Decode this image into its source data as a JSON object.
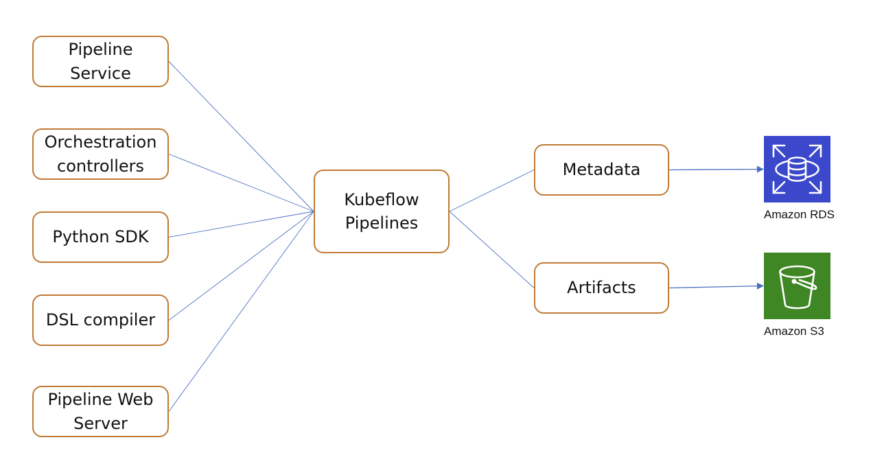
{
  "sources": [
    {
      "id": "pipeline-service",
      "label": "Pipeline\nService"
    },
    {
      "id": "orchestration-controllers",
      "label": "Orchestration\ncontrollers"
    },
    {
      "id": "python-sdk",
      "label": "Python SDK"
    },
    {
      "id": "dsl-compiler",
      "label": "DSL compiler"
    },
    {
      "id": "pipeline-web-server",
      "label": "Pipeline Web\nServer"
    }
  ],
  "hub": {
    "id": "kubeflow-pipelines",
    "label": "Kubeflow\nPipelines"
  },
  "stores": [
    {
      "id": "metadata",
      "label": "Metadata"
    },
    {
      "id": "artifacts",
      "label": "Artifacts"
    }
  ],
  "services": [
    {
      "id": "amazon-rds",
      "label": "Amazon RDS",
      "icon": "database-icon",
      "color": "#3b48cc"
    },
    {
      "id": "amazon-s3",
      "label": "Amazon S3",
      "icon": "bucket-icon",
      "color": "#3f8624"
    }
  ],
  "edges": [
    {
      "from": "pipeline-service",
      "to": "kubeflow-pipelines",
      "arrow": false
    },
    {
      "from": "orchestration-controllers",
      "to": "kubeflow-pipelines",
      "arrow": false
    },
    {
      "from": "python-sdk",
      "to": "kubeflow-pipelines",
      "arrow": false
    },
    {
      "from": "dsl-compiler",
      "to": "kubeflow-pipelines",
      "arrow": false
    },
    {
      "from": "pipeline-web-server",
      "to": "kubeflow-pipelines",
      "arrow": false
    },
    {
      "from": "kubeflow-pipelines",
      "to": "metadata",
      "arrow": false
    },
    {
      "from": "kubeflow-pipelines",
      "to": "artifacts",
      "arrow": false
    },
    {
      "from": "metadata",
      "to": "amazon-rds",
      "arrow": true
    },
    {
      "from": "artifacts",
      "to": "amazon-s3",
      "arrow": true
    }
  ],
  "colors": {
    "node_border": "#c07a35",
    "edge": "#4a70c0"
  }
}
